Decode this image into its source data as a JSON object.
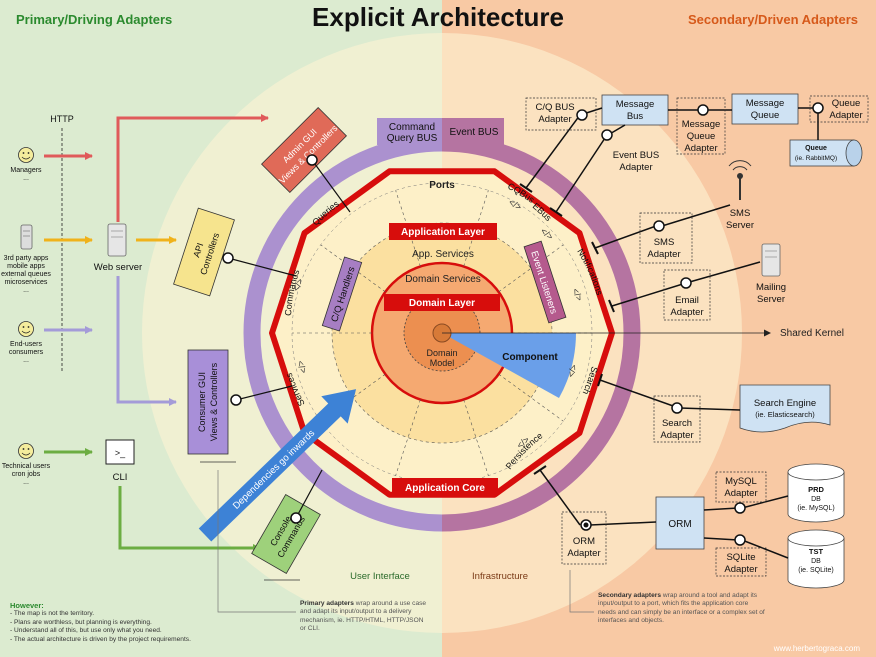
{
  "title": "Explicit Architecture",
  "headings": {
    "primary": "Primary/Driving Adapters",
    "secondary": "Secondary/Driven Adapters"
  },
  "actors": {
    "http": "HTTP",
    "managers": [
      "Managers",
      "..."
    ],
    "third_party": [
      "3rd party apps",
      "mobile apps",
      "external queues",
      "microservices",
      "..."
    ],
    "end_users": [
      "End-users",
      "consumers",
      "..."
    ],
    "technical": [
      "Technical users",
      "cron jobs",
      "..."
    ],
    "web_server": "Web server",
    "cli_icon": ">_",
    "cli": "CLI"
  },
  "primary_adapters": {
    "admin_gui": [
      "Admin GUI",
      "Views & Controllers"
    ],
    "api": [
      "API",
      "Controllers"
    ],
    "consumer_gui": [
      "Consumer GUI",
      "Views & Controllers"
    ],
    "console": [
      "Console",
      "Commands"
    ]
  },
  "rings": {
    "command_bus": [
      "Command",
      "Query BUS"
    ],
    "event_bus": "Event BUS",
    "ports": "Ports",
    "application_layer": "Application Layer",
    "app_services": "App. Services",
    "domain_services": "Domain Services",
    "domain_layer": "Domain Layer",
    "domain_model": [
      "Domain",
      "Model"
    ],
    "component": "Component",
    "application_core": "Application Core",
    "cq_handlers": "C/Q Handlers",
    "event_listeners": "Event Listeners"
  },
  "ports": {
    "queries": "Queries",
    "commands": "Commands",
    "services": "Services",
    "cqbus": "CQBus",
    "ebus": "EBus",
    "notifications": "Notifications",
    "search": "Search",
    "persistence": "Persistence"
  },
  "secondary": {
    "cq_bus_adapter": [
      "C/Q BUS",
      "Adapter"
    ],
    "message_bus": [
      "Message",
      "Bus"
    ],
    "message_queue_adapter": [
      "Message",
      "Queue",
      "Adapter"
    ],
    "message_queue": [
      "Message",
      "Queue"
    ],
    "queue_adapter": [
      "Queue",
      "Adapter"
    ],
    "queue": [
      "Queue",
      "(ie. RabbitMQ)"
    ],
    "event_bus_adapter": [
      "Event BUS",
      "Adapter"
    ],
    "sms_server": [
      "SMS",
      "Server"
    ],
    "sms_adapter": [
      "SMS",
      "Adapter"
    ],
    "mailing_server": [
      "Mailing",
      "Server"
    ],
    "email_adapter": [
      "Email",
      "Adapter"
    ],
    "shared_kernel": "Shared Kernel",
    "search_engine": [
      "Search Engine",
      "(ie. Elasticsearch)"
    ],
    "search_adapter": [
      "Search",
      "Adapter"
    ],
    "mysql_adapter": [
      "MySQL",
      "Adapter"
    ],
    "prd_db": [
      "PRD",
      "DB",
      "(ie. MySQL)"
    ],
    "orm": "ORM",
    "orm_adapter": [
      "ORM",
      "Adapter"
    ],
    "sqlite_adapter": [
      "SQLite",
      "Adapter"
    ],
    "tst_db": [
      "TST",
      "DB",
      "(ie. SQLite)"
    ]
  },
  "arrow_label": "Dependencies go inwards",
  "regions": {
    "ui": "User Interface",
    "infra": "Infrastructure"
  },
  "notes": {
    "however_title": "However:",
    "however": [
      "- The map is not the territory.",
      "- Plans are worthless, but planning is everything.",
      "- Understand all of this, but use only what you need.",
      "- The actual architecture is driven by the project requirements."
    ],
    "primary_bold": "Primary adapters",
    "primary_rest": " wrap around a use case and adapt its input/output to a delivery mechanism, ie. HTTP/HTML, HTTP/JSON or CLI.",
    "secondary_bold": "Secondary adapters",
    "secondary_rest": " wrap around a tool and adapt its input/output to a port, which fits the application core needs and can simply be an interface or a complex set of interfaces and objects."
  },
  "credit": "www.herbertograca.com",
  "colors": {
    "green_bg": "#dcebd0",
    "orange_bg": "#f8c9a4",
    "purple_ring": "#ab91cf",
    "magenta_ring": "#b574a1",
    "red": "#d70d0c",
    "blue_component": "#6a9fe9",
    "arrow_blue": "#3d82d6",
    "heading_green": "#2b8a2e",
    "heading_orange": "#d6591a"
  }
}
